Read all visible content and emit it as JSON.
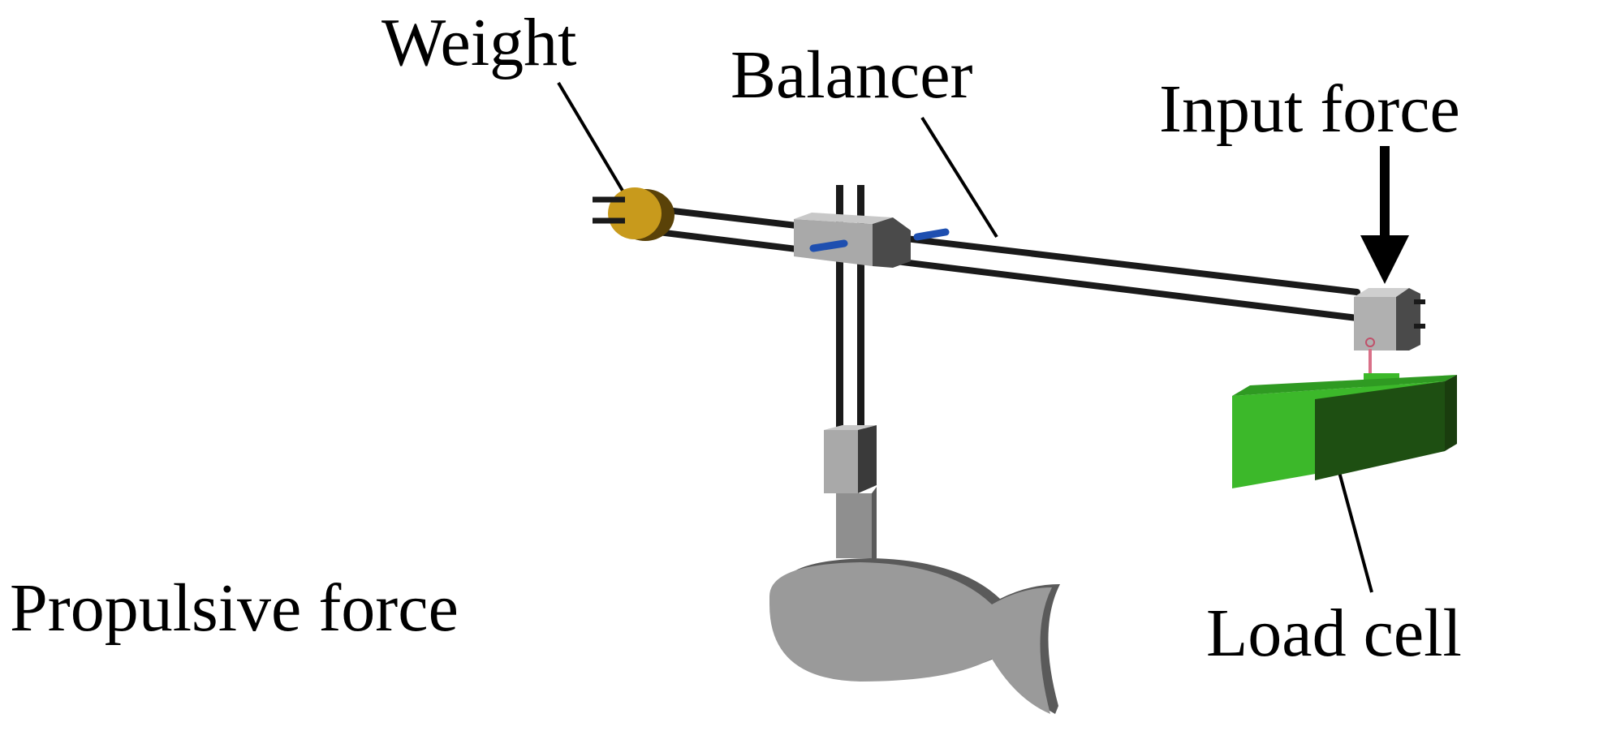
{
  "labels": {
    "weight": "Weight",
    "balancer": "Balancer",
    "input_force": "Input force",
    "propulsive_force": "Propulsive force",
    "load_cell": "Load cell"
  },
  "colors": {
    "rod": "#1a1a1a",
    "block_front": "#a9a9a9",
    "block_top": "#c8c8c8",
    "block_side": "#4a4a4a",
    "fish_face": "#9a9a9a",
    "fish_edge": "#5a5a5a",
    "load_cell_front": "#3cb82a",
    "load_cell_side": "#1e4f12",
    "load_cell_top": "#2f9a22",
    "weight_disk": "#c89a1c",
    "bolt_blue": "#1e4fb0"
  },
  "icons": {
    "input_force_arrow": "arrow-down-icon"
  }
}
